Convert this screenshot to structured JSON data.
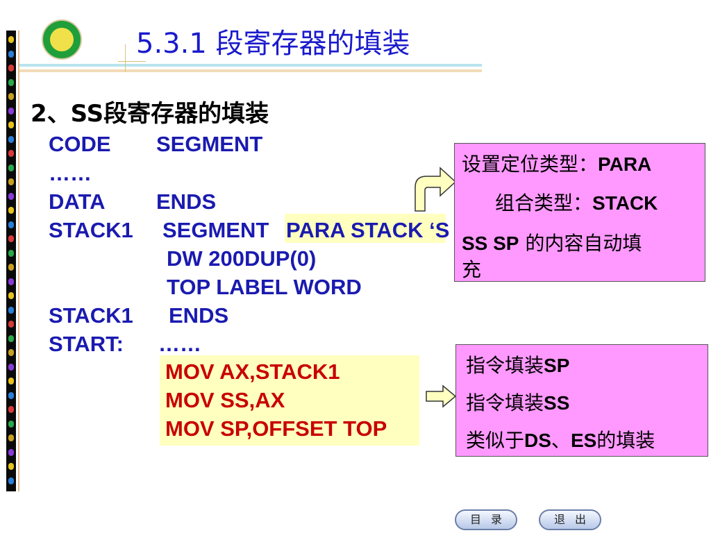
{
  "header": {
    "title": "5.3.1 段寄存器的填装",
    "subtitle": "2、SS段寄存器的填装"
  },
  "code": {
    "lines": [
      {
        "label": "CODE",
        "text": "SEGMENT"
      },
      {
        "label": "……",
        "text": ""
      },
      {
        "label": "DATA",
        "text": "ENDS"
      },
      {
        "label": "STACK1",
        "text": "SEGMENT",
        "highlight": "PARA STACK ‘S"
      },
      {
        "label": "",
        "text": "DW    200DUP(0)"
      },
      {
        "label": "",
        "text": "TOP  LABEL  WORD"
      },
      {
        "label": "STACK1",
        "text": "ENDS"
      },
      {
        "label": "START:",
        "text": "……"
      }
    ],
    "mov": [
      "MOV AX,STACK1",
      "MOV SS,AX",
      "MOV SP,OFFSET TOP"
    ]
  },
  "note1": {
    "line1_cn": "设置定位类型：",
    "line1_en": "PARA",
    "line2_cn": "组合类型：",
    "line2_en": "STACK",
    "line3_en": "SS SP",
    "line3_cn": " 的内容自动填",
    "line4_cn": "充"
  },
  "note2": {
    "line1_cn": "指令填装",
    "line1_en": "SP",
    "line2_cn": "指令填装",
    "line2_en": "SS",
    "line3_a": "类似于",
    "line3_b": "DS",
    "line3_c": "、",
    "line3_d": "ES",
    "line3_e": "的填装"
  },
  "nav": {
    "contents_label": "目录",
    "exit_label": "退出"
  },
  "colors": {
    "code_blue": "#1a1ab0",
    "mov_red": "#c80000",
    "note_pink": "#ff99ff",
    "highlight_yellow": "#ffffc0",
    "title_blue": "#1a1acc"
  }
}
